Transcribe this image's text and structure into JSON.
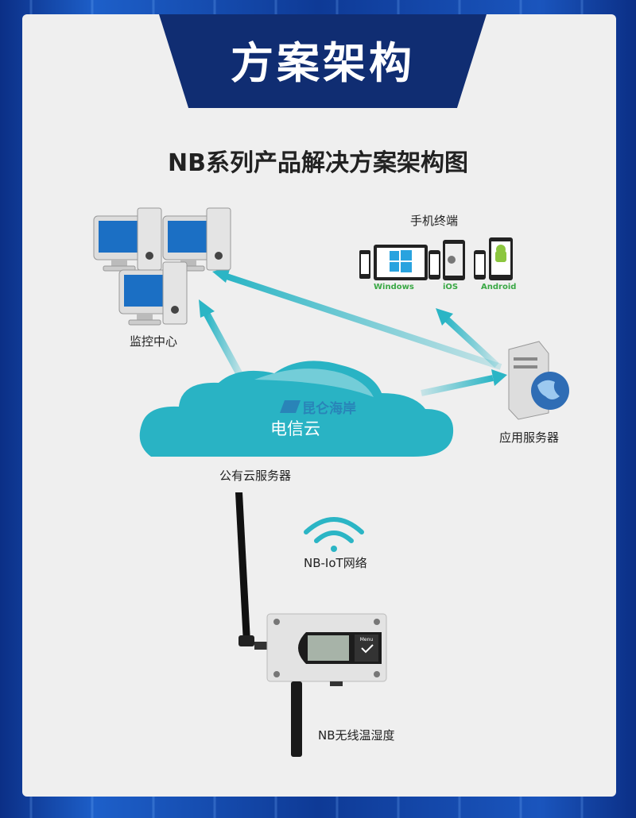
{
  "header": {
    "title": "方案架构"
  },
  "subtitle": "NB系列产品解决方案架构图",
  "nodes": {
    "monitor_center": "监控中心",
    "mobile": "手机终端",
    "os": [
      "Windows",
      "iOS",
      "Android"
    ],
    "cloud": "电信云",
    "cloud_caption": "公有云服务器",
    "app_server": "应用服务器",
    "network": "NB-IoT网络",
    "device": "NB无线温湿度",
    "device_button": "Menu",
    "watermark": "昆仑海岸"
  },
  "colors": {
    "navy": "#102d72",
    "cloud": "#29b3c4",
    "arrow": "#2bb5c5",
    "os_green": "#3aa845"
  }
}
